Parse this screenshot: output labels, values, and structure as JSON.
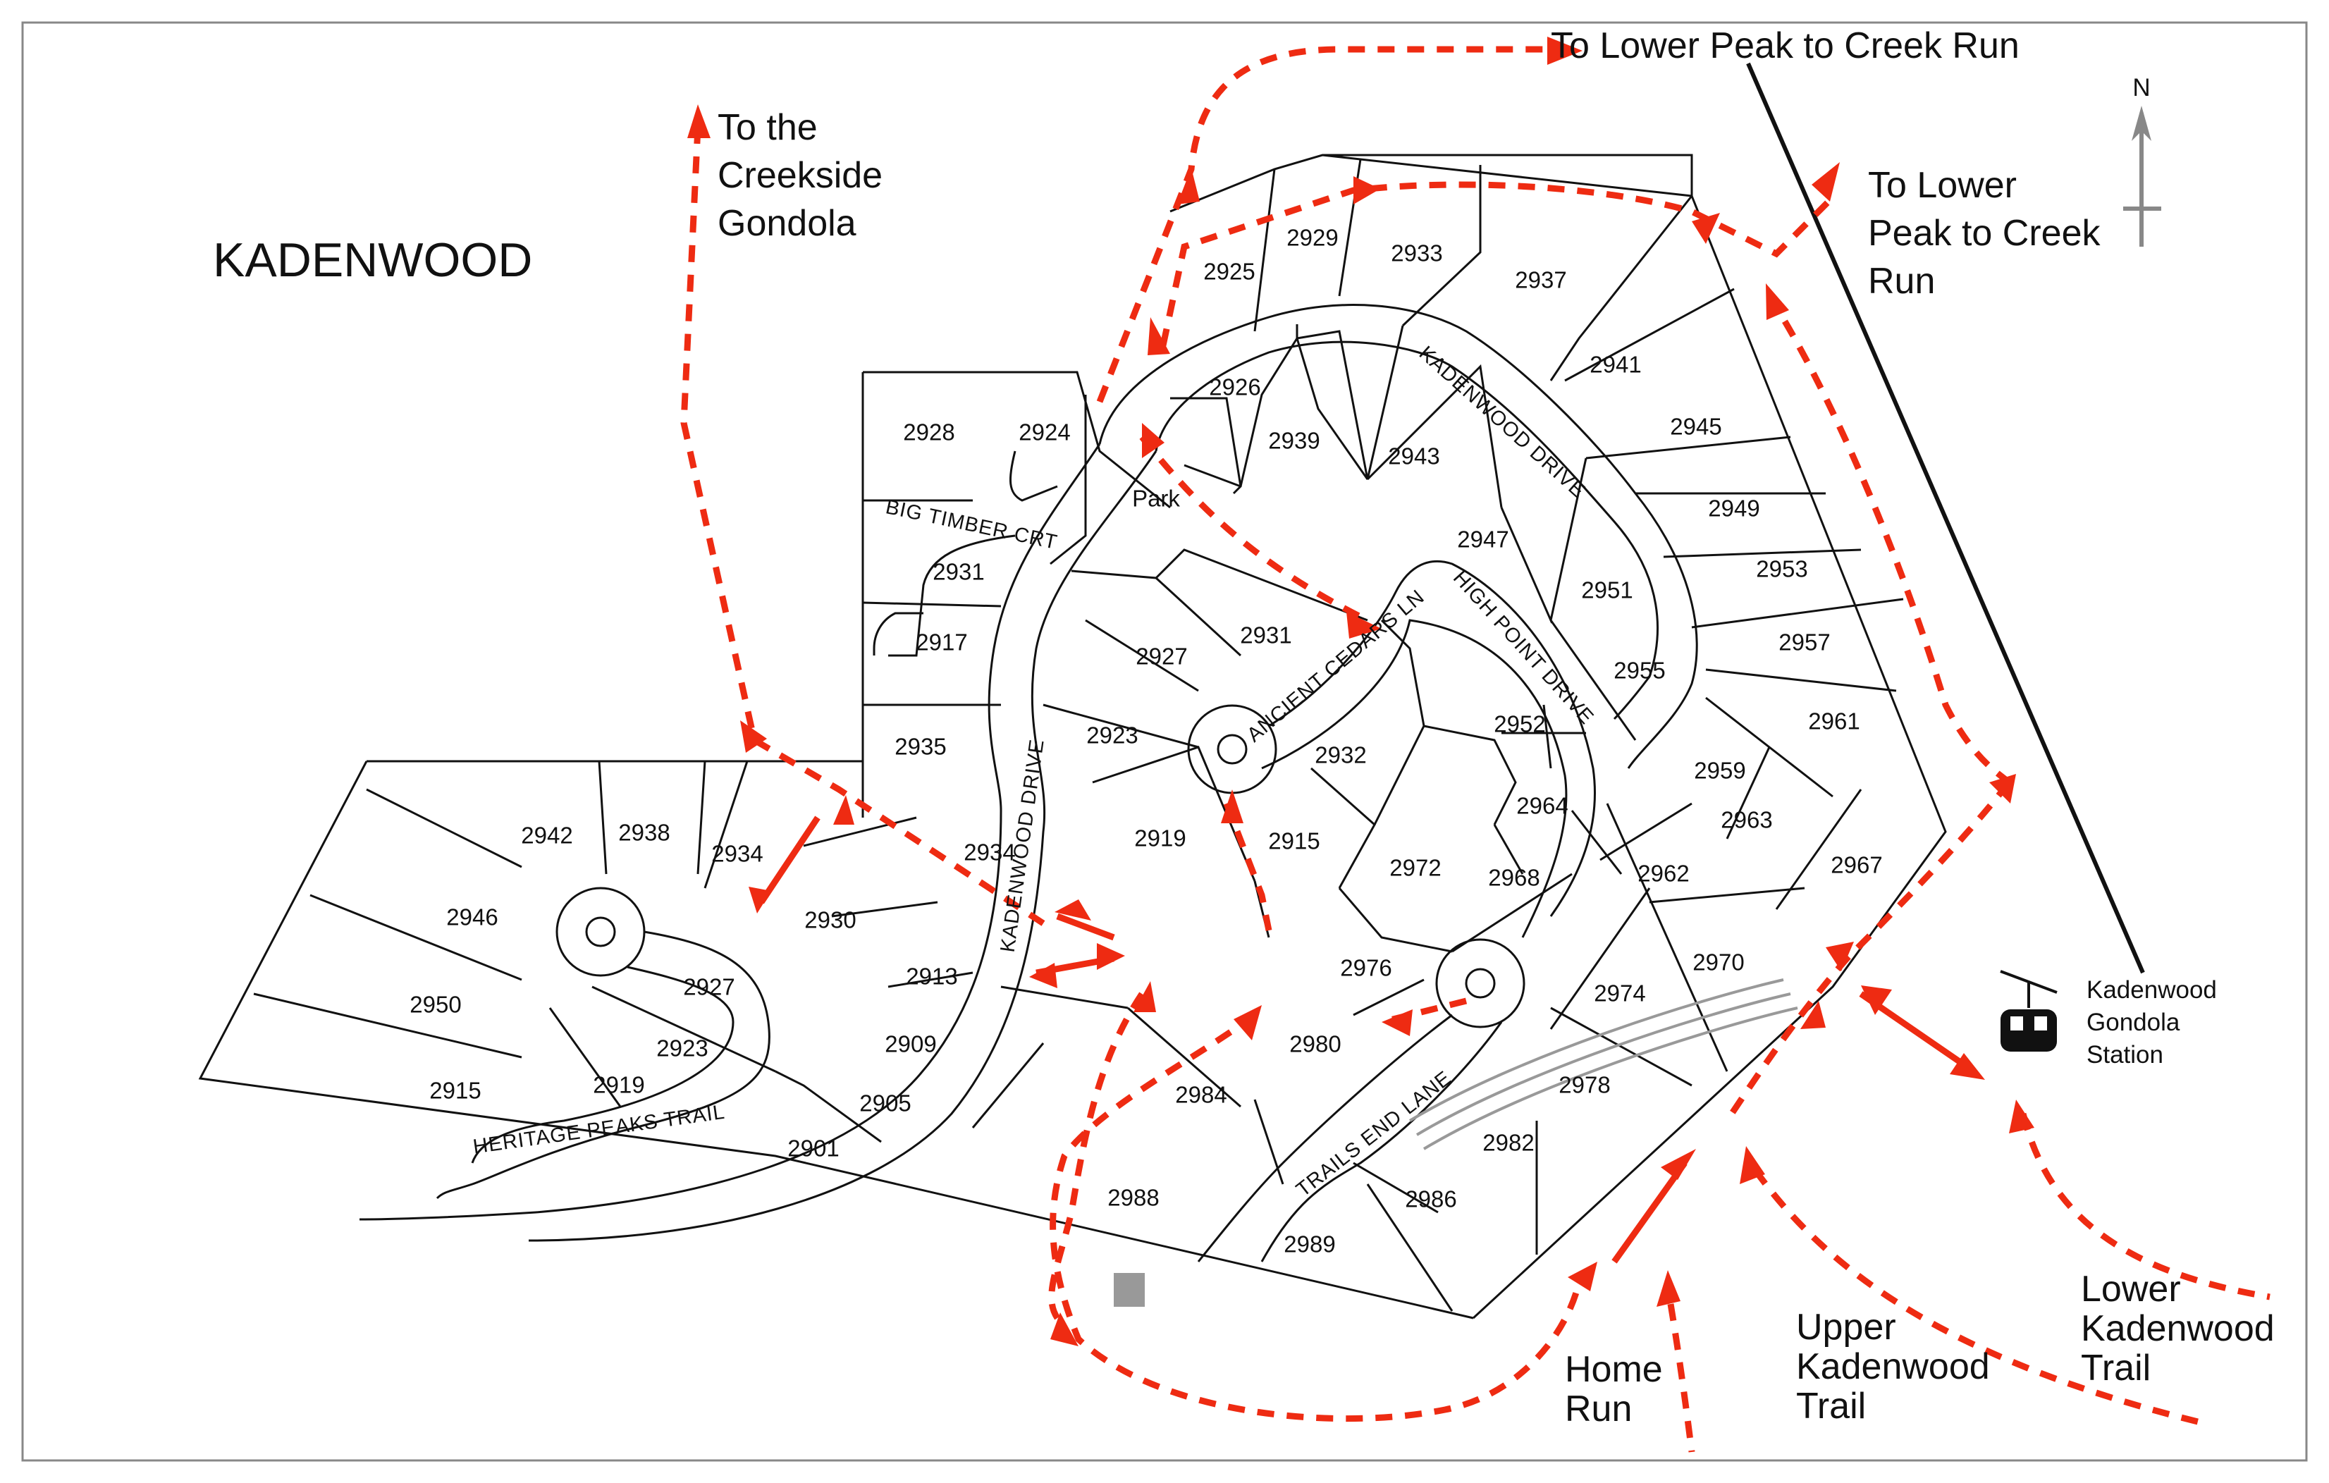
{
  "map": {
    "title": "KADENWOOD",
    "north": "N",
    "destinations": {
      "creekside": [
        "To the",
        "Creekside",
        "Gondola"
      ],
      "lower_peak_top": "To Lower Peak to Creek Run",
      "lower_peak_right": [
        "To Lower",
        "Peak to Creek",
        "Run"
      ],
      "home_run": [
        "Home",
        "Run"
      ],
      "upper_trail": [
        "Upper",
        "Kadenwood",
        "Trail"
      ],
      "lower_trail": [
        "Lower",
        "Kadenwood",
        "Trail"
      ],
      "gondola_station": [
        "Kadenwood",
        "Gondola",
        "Station"
      ]
    },
    "streets": {
      "kadenwood_drive_ne": "KADENWOOD DRIVE",
      "kadenwood_drive_w": "KADENWOOD DRIVE",
      "big_timber": "BIG TIMBER CRT",
      "ancient_cedars": "ANCIENT CEDARS LN",
      "high_point": "HIGH POINT DRIVE",
      "trails_end": "TRAILS END LANE",
      "heritage_peaks": "HERITAGE PEAKS TRAIL"
    },
    "park": "Park",
    "lots": [
      "2925",
      "2929",
      "2933",
      "2937",
      "2941",
      "2945",
      "2949",
      "2953",
      "2957",
      "2961",
      "2967",
      "2928",
      "2924",
      "2926",
      "2939",
      "2943",
      "2947",
      "2951",
      "2955",
      "2959",
      "2963",
      "2931",
      "2917",
      "2935",
      "2927",
      "2931",
      "2923",
      "2919",
      "2934",
      "2932",
      "2952",
      "2964",
      "2915",
      "2972",
      "2968",
      "2962",
      "2970",
      "2976",
      "2974",
      "2978",
      "2982",
      "2980",
      "2984",
      "2988",
      "2989",
      "2986",
      "2942",
      "2938",
      "2934",
      "2930",
      "2946",
      "2927",
      "2950",
      "2923",
      "2919",
      "2915",
      "2913",
      "2909",
      "2905",
      "2901"
    ],
    "colors": {
      "trail": "#ee2b12",
      "lines": "#111111",
      "lift": "#999999"
    },
    "icons": [
      "north-arrow-icon",
      "gondola-icon",
      "lift-station-marker-icon"
    ]
  }
}
